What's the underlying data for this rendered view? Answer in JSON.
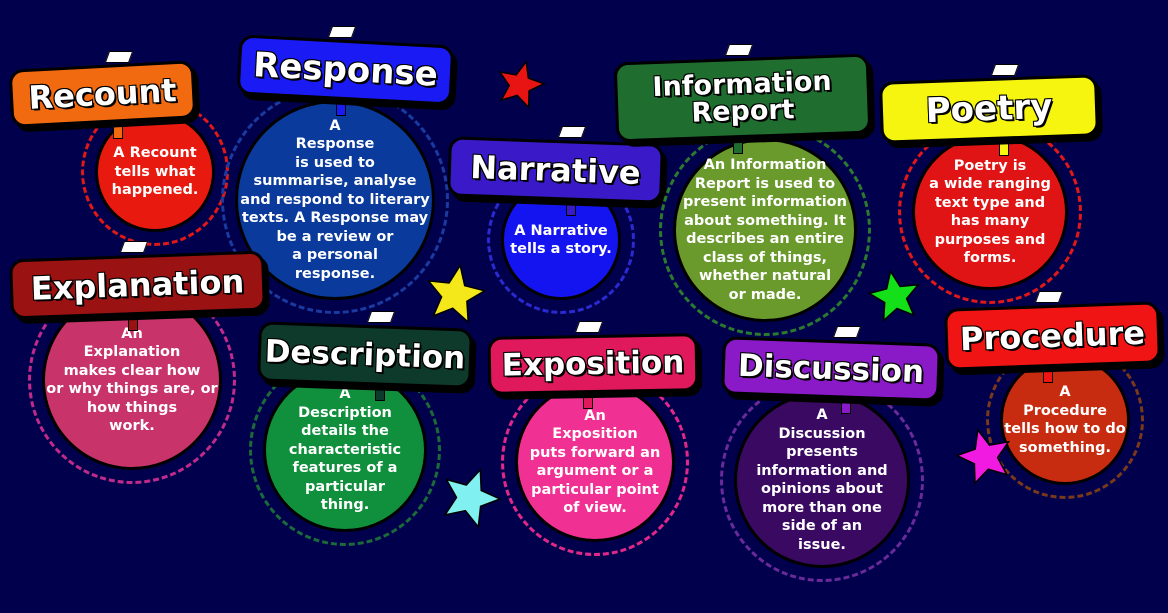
{
  "items": [
    {
      "title": "Recount",
      "text": "A Recount\ntells what\nhappened.",
      "sign_color": "#f26a10",
      "circle_color": "#e81a10",
      "ring_color": "#e01818"
    },
    {
      "title": "Response",
      "text": "A\nResponse\nis used to\nsummarise, analyse\nand respond to literary\ntexts. A Response may\nbe a review or\na personal\nresponse.",
      "sign_color": "#1a1af5",
      "circle_color": "#0a3a9c",
      "ring_color": "#1a3aa0"
    },
    {
      "title": "Narrative",
      "text": "A Narrative\ntells  a story.",
      "sign_color": "#3a1ac8",
      "circle_color": "#1414f0",
      "ring_color": "#2a2ad0"
    },
    {
      "title": "Information\nReport",
      "text": "An Information\nReport is used to\npresent information\nabout something. It\ndescribes an entire\nclass of things,\nwhether natural\nor made.",
      "sign_color": "#1f6e30",
      "circle_color": "#6a9a2c",
      "ring_color": "#2a7a30"
    },
    {
      "title": "Poetry",
      "text": "Poetry is\na wide ranging\ntext type and\nhas many\npurposes and\nforms.",
      "sign_color": "#f5f510",
      "circle_color": "#e01414",
      "ring_color": "#e01818"
    },
    {
      "title": "Explanation",
      "text": "An\nExplanation\nmakes clear how\nor why things are, or\nhow things\nwork.",
      "sign_color": "#9a1212",
      "circle_color": "#c8336a",
      "ring_color": "#c02a8a"
    },
    {
      "title": "Description",
      "text": "A\nDescription\ndetails the\ncharacteristic\nfeatures of a\nparticular\nthing.",
      "sign_color": "#0e3a2c",
      "circle_color": "#10903c",
      "ring_color": "#1a6a3a"
    },
    {
      "title": "Exposition",
      "text": "An\nExposition\nputs forward an\nargument or a\nparticular point\nof view.",
      "sign_color": "#e0185c",
      "circle_color": "#f03092",
      "ring_color": "#e02888"
    },
    {
      "title": "Discussion",
      "text": "A\nDiscussion\npresents\ninformation and\nopinions about\nmore than one\nside of an\nissue.",
      "sign_color": "#8a1ac8",
      "circle_color": "#3a0a62",
      "ring_color": "#6a2a9a"
    },
    {
      "title": "Procedure",
      "text": "A\nProcedure\ntells how to do\nsomething.",
      "sign_color": "#f01414",
      "circle_color": "#c82c10",
      "ring_color": "#7a3a1a"
    }
  ],
  "stars": [
    {
      "color": "#e81414"
    },
    {
      "color": "#f5e81a"
    },
    {
      "color": "#14e01a"
    },
    {
      "color": "#80f0f0"
    },
    {
      "color": "#f01ae0"
    }
  ]
}
